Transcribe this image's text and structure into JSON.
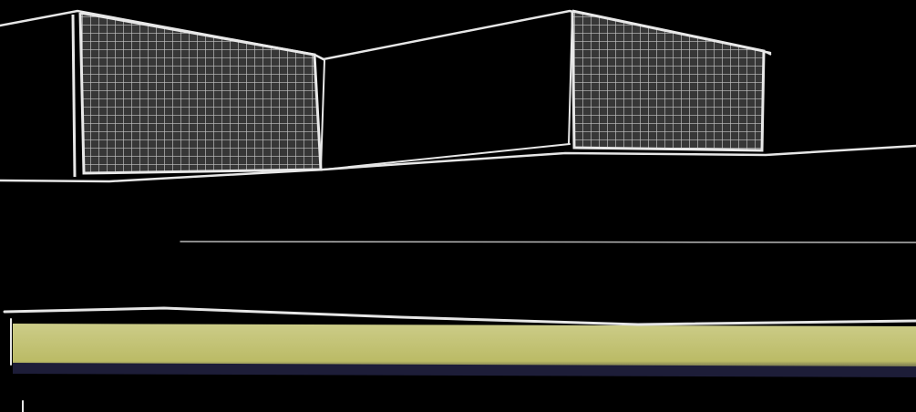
{
  "scene": {
    "background_color": "#000000",
    "line_color": "#e6e6e6",
    "netting_color": "#cfcfcf",
    "netting_background": "#3a3a3a",
    "highlight_band_color": "#e4e48a",
    "dark_band_color": "#1d1d38",
    "objects": [
      "left-soccer-goal",
      "right-soccer-goal",
      "field-lines",
      "yellow-highlight-band"
    ]
  }
}
